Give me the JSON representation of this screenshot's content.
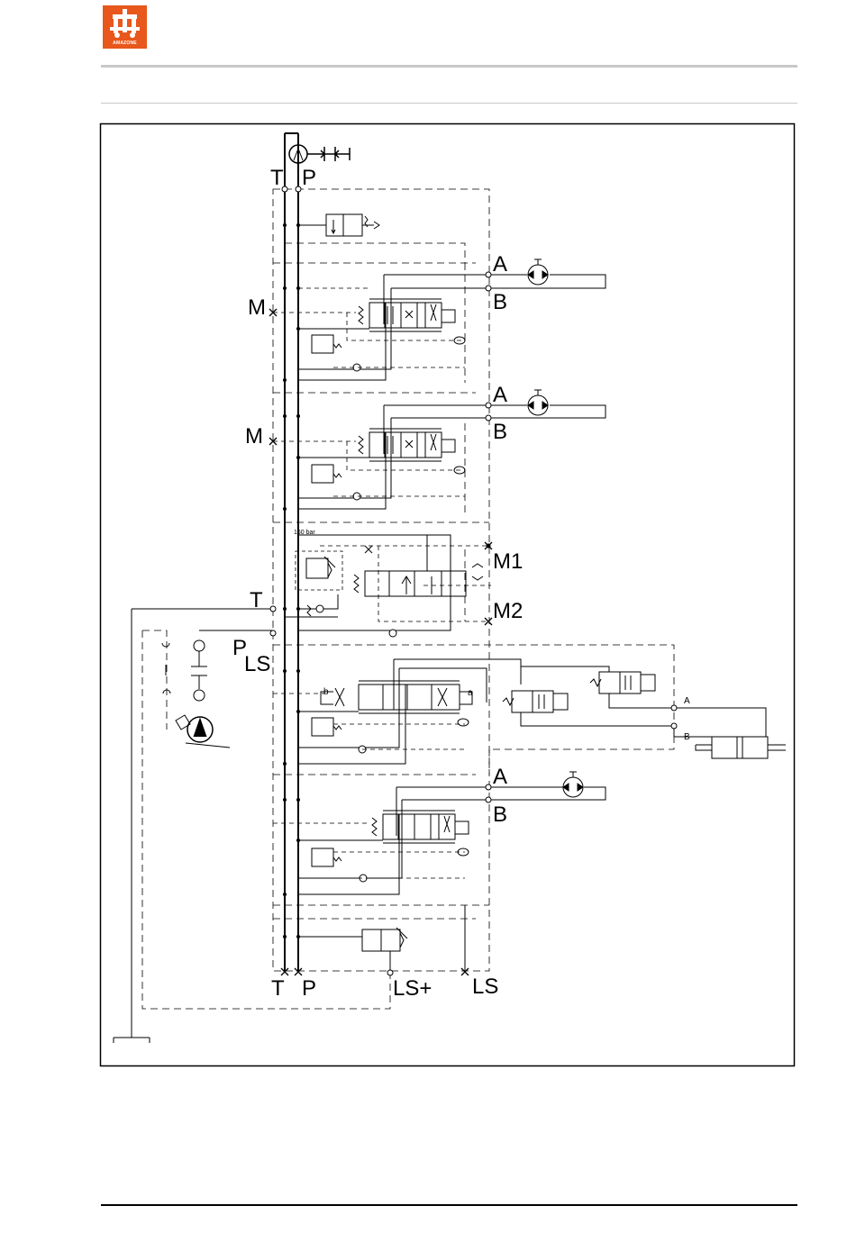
{
  "header": {
    "brand": "AMAZONE"
  },
  "diagram": {
    "labels": {
      "top_t": "T",
      "top_p": "P",
      "m1": "M",
      "m2": "M",
      "a1": "A",
      "b1": "B",
      "a2": "A",
      "b2": "B",
      "pressure_note": "160 bar",
      "port_m1": "M1",
      "port_m2": "M2",
      "t_mid": "T",
      "pls_p": "P",
      "pls_ls": "LS",
      "valve_b": "b",
      "valve_a": "a",
      "cyl_a": "A",
      "cyl_b": "B",
      "a3": "A",
      "b3": "B",
      "bot_t": "T",
      "bot_p": "P",
      "ls_plus": "LS+",
      "ls": "LS"
    }
  }
}
